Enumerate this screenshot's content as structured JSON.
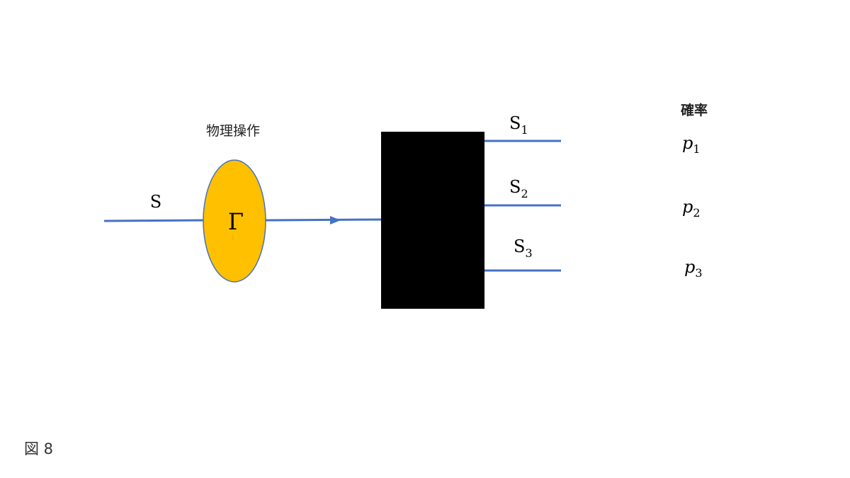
{
  "diagram": {
    "operation_label": "物理操作",
    "input_state": "S",
    "operator_symbol": "Γ",
    "outputs": [
      {
        "state_base": "S",
        "state_sub": "1",
        "prob_base": "p",
        "prob_sub": "1"
      },
      {
        "state_base": "S",
        "state_sub": "2",
        "prob_base": "p",
        "prob_sub": "2"
      },
      {
        "state_base": "S",
        "state_sub": "3",
        "prob_base": "p",
        "prob_sub": "3"
      }
    ],
    "probability_header": "確率"
  },
  "colors": {
    "line": "#4472C4",
    "ellipse_fill": "#FFC000",
    "ellipse_stroke": "#4472C4",
    "box_fill": "#000000"
  },
  "caption": "図 8"
}
